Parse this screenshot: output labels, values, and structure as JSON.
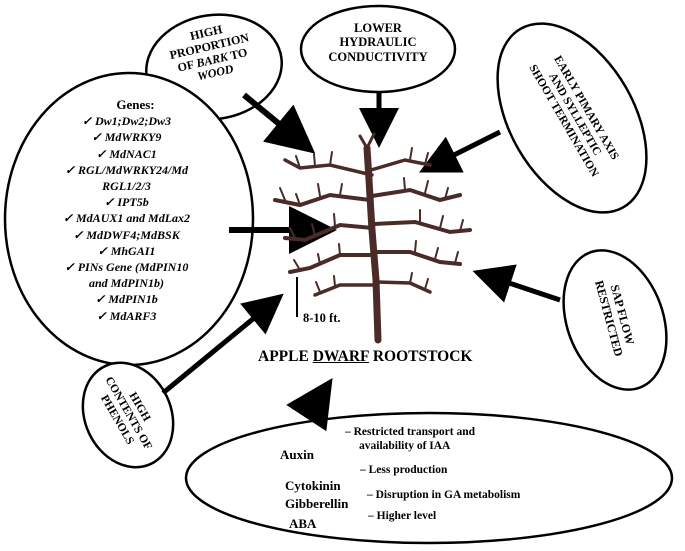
{
  "nodes": {
    "bark": {
      "l1": "HIGH",
      "l2": "PROPORTION",
      "l3": "OF",
      "l3i": "BARK",
      "l3b": "TO",
      "l4i": "WOOD"
    },
    "hydraulic": {
      "l1": "LOWER",
      "l2": "HYDRAULIC",
      "l3": "CONDUCTIVITY"
    },
    "early": {
      "l1": "EARLY PIMARY AXIS",
      "l2": "AND SYLLEPTIC",
      "l3": "SHOOT TERMINATION"
    },
    "sap": {
      "l1": "SAP FLOW",
      "l2": "RESTRICTED"
    },
    "phenols": {
      "l1": "HIGH",
      "l2": "CONTENTS OF",
      "l3": "PHENOLS"
    }
  },
  "genes": {
    "heading": "Genes:",
    "items": [
      "Dw1;Dw2;Dw3",
      "MdWRKY9",
      "MdNAC1",
      "RGL/MdWRKY24/Md",
      "RGL1/2/3",
      "IPT5b",
      "MdAUX1 and MdLax2",
      "MdDWF4;MdBSK",
      "MhGAI1",
      "PINs Gene (MdPIN10",
      "and MdPIN1b)",
      "MdPIN1b",
      "MdARF3"
    ]
  },
  "hormones": [
    {
      "name": "Auxin",
      "effect1": "– Restricted transport and",
      "effect2": "availability of IAA"
    },
    {
      "name": "Cytokinin",
      "effect1": "– Less production",
      "effect2": ""
    },
    {
      "name": "Gibberellin",
      "effect1": "– Disruption in GA metabolism",
      "effect2": ""
    },
    {
      "name": "ABA",
      "effect1": "– Higher level",
      "effect2": ""
    }
  ],
  "title": {
    "pre": "APPLE ",
    "under": "DWARF",
    "post": " ROOTSTOCK"
  },
  "height": "8-10 ft."
}
